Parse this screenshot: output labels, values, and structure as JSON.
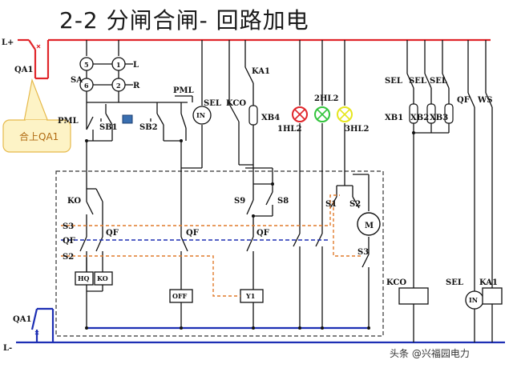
{
  "title": "2-2    分闸合闸- 回路加电",
  "bus": {
    "positive": "L+",
    "negative": "L-"
  },
  "labels": {
    "qa1_top": "QA1",
    "qa1_bottom": "QA1",
    "callout": "合上QA1",
    "s5": "5",
    "s1": "1",
    "s6": "6",
    "s2": "2",
    "sa": "SA",
    "l": "L",
    "r": "R",
    "pml_left": "PML",
    "pml_right": "PML",
    "sb1": "SB1",
    "sb2": "SB2",
    "sel_a": "SEL",
    "kco_a": "KCO",
    "in_a": "IN",
    "ka1_top": "KA1",
    "xb4": "XB4",
    "lamp1": "1HL2",
    "lamp2": "2HL2",
    "lamp3": "3HL2",
    "sel_b1": "SEL",
    "sel_b2": "SEL",
    "sel_b3": "SEL",
    "xb1": "XB1",
    "xb2": "XB2",
    "xb3": "XB3",
    "qf_right": "QF",
    "ws": "WS",
    "ko_top": "KO",
    "s3_left": "S3",
    "qf_left": "QF",
    "s2_left": "S2",
    "qf_c1": "QF",
    "qf_c2": "QF",
    "qf_c3": "QF",
    "s9": "S9",
    "s8": "S8",
    "s1_right": "S1",
    "s2_right": "S2",
    "s3_right": "S3",
    "motor": "M",
    "hq": "HQ",
    "ko_box": "KO",
    "off": "OFF",
    "y1": "Y1",
    "kco_b": "KCO",
    "sel_c": "SEL",
    "in_b": "IN",
    "ka1_b": "KA1"
  },
  "watermark": "头条 @兴福园电力",
  "colors": {
    "positive_bus": "#e0252a",
    "negative_bus": "#1d2fb4",
    "qf_dash": "#1d2fb4",
    "orange_dash": "#e07a2a",
    "lamp_red": "#e0252a",
    "lamp_green": "#32c43c",
    "lamp_yellow": "#e6e61e",
    "callout_fill": "#fdf3c6",
    "callout_border": "#e6b94a",
    "indicator_blue": "#3a6fb0"
  }
}
